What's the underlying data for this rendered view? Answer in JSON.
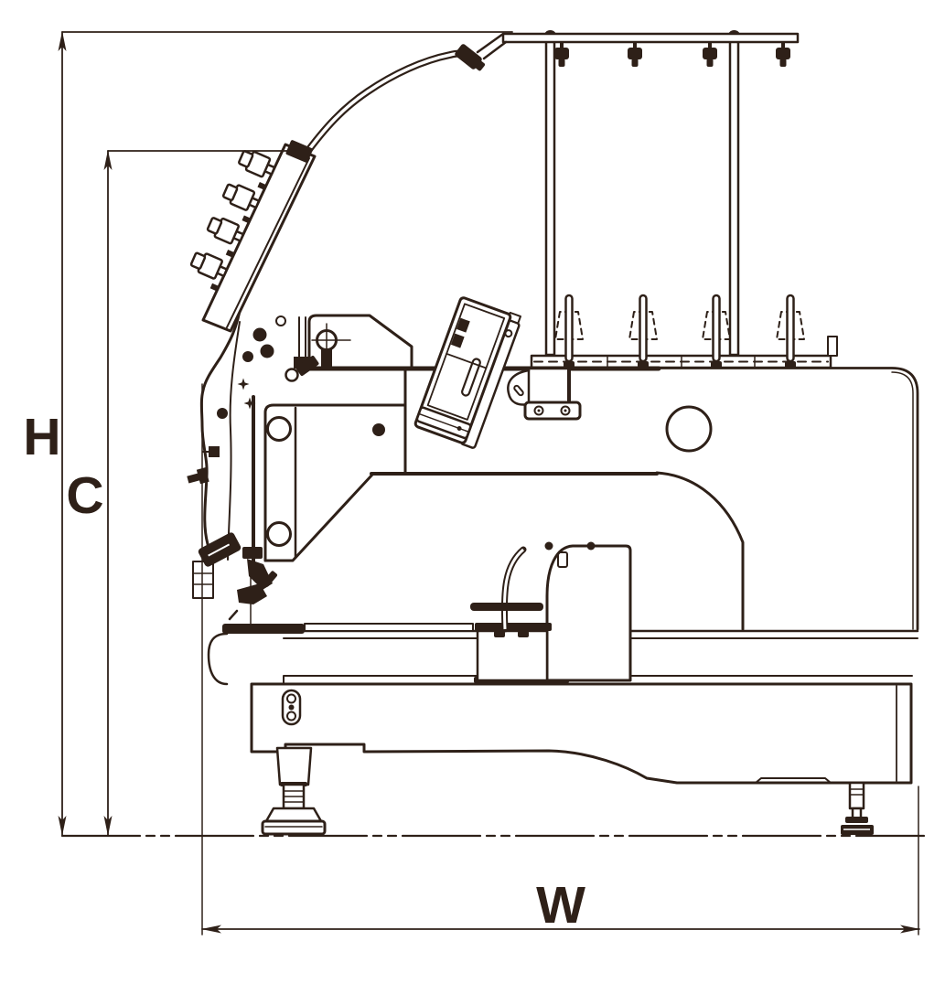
{
  "diagram": {
    "type": "technical-line-drawing",
    "subject": "single-head embroidery machine, side view with overall dimensions",
    "dimensions": {
      "height_label": "H",
      "clearance_label": "C",
      "width_label": "W"
    },
    "colors": {
      "ink": "#2E2018",
      "background": "#FFFFFF"
    }
  }
}
